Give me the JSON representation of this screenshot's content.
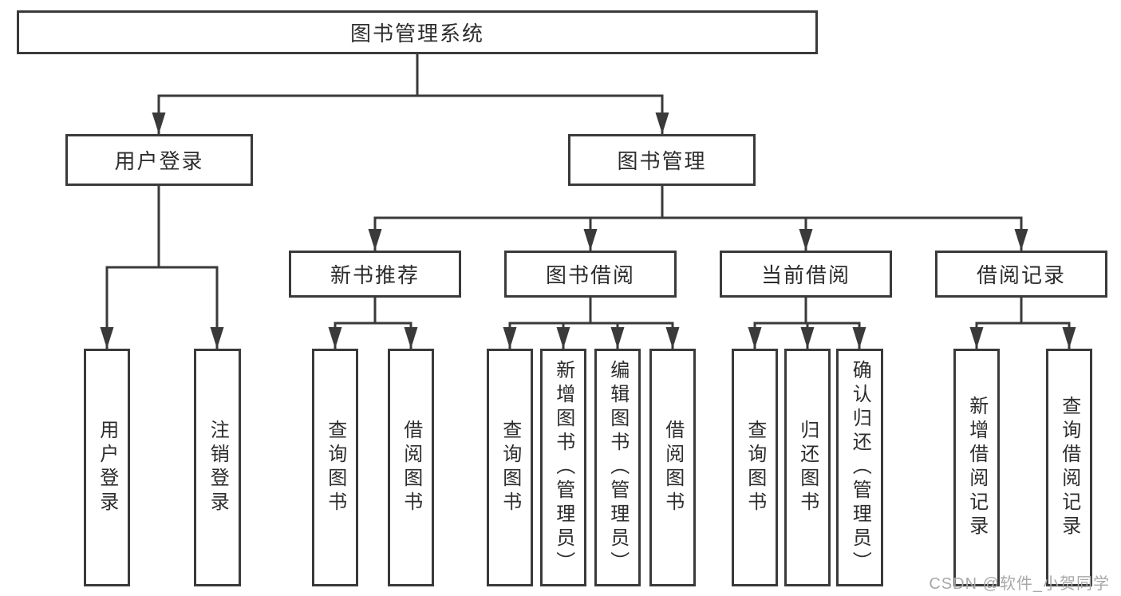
{
  "diagram": {
    "root": {
      "label": "图书管理系统"
    },
    "level2": [
      {
        "label": "用户登录",
        "children": [
          {
            "label": "用户登录"
          },
          {
            "label": "注销登录"
          }
        ]
      },
      {
        "label": "图书管理",
        "children": [
          {
            "label": "新书推荐",
            "children": [
              {
                "label": "查询图书"
              },
              {
                "label": "借阅图书"
              }
            ]
          },
          {
            "label": "图书借阅",
            "children": [
              {
                "label": "查询图书"
              },
              {
                "label": "新增图书（管理员）"
              },
              {
                "label": "编辑图书（管理员）"
              },
              {
                "label": "借阅图书"
              }
            ]
          },
          {
            "label": "当前借阅",
            "children": [
              {
                "label": "查询图书"
              },
              {
                "label": "归还图书"
              },
              {
                "label": "确认归还（管理员）"
              }
            ]
          },
          {
            "label": "借阅记录",
            "children": [
              {
                "label": "新增借阅记录"
              },
              {
                "label": "查询借阅记录"
              }
            ]
          }
        ]
      }
    ]
  },
  "watermark": {
    "text": "CSDN @软件_小贺同学"
  },
  "colors": {
    "line": "#3a3a3a",
    "box_border": "#3a3a3a",
    "text": "#2d2d2d",
    "watermark": "#a8a8a8",
    "background": "#ffffff"
  }
}
